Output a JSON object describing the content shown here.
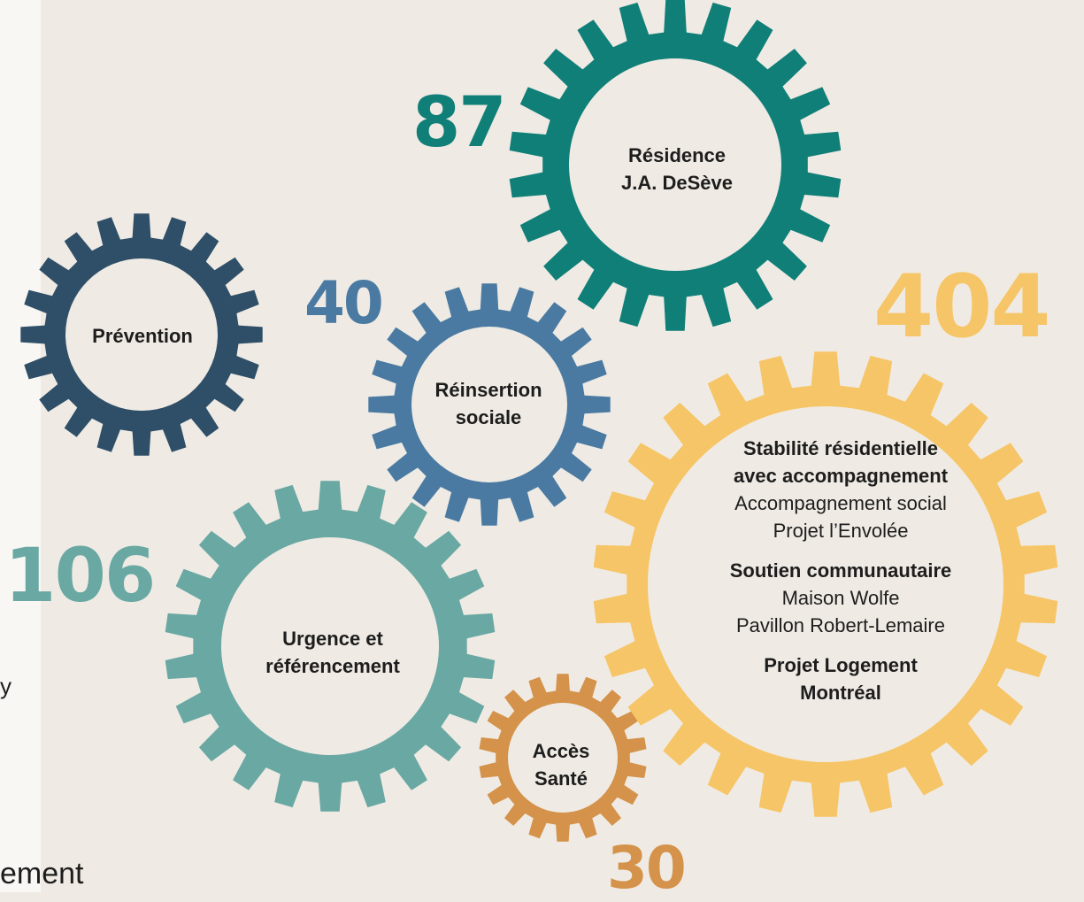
{
  "colors": {
    "background": "#efebe4",
    "navy": "#2f4e67",
    "steel_blue": "#4a7aa2",
    "teal": "#0f7f78",
    "sage_teal": "#6aa8a3",
    "orange": "#d4924a",
    "yellow": "#f6c567",
    "text": "#1d1d1d",
    "gear_center": "#efebe4"
  },
  "gears": [
    {
      "id": "prevention",
      "color_key": "navy",
      "number": "",
      "label_lines": [
        "Prévention"
      ]
    },
    {
      "id": "reinsertion",
      "color_key": "steel_blue",
      "number": "40",
      "label_lines": [
        "Réinsertion",
        "sociale"
      ]
    },
    {
      "id": "residence",
      "color_key": "teal",
      "number": "87",
      "label_lines": [
        "Résidence",
        "J.A. DeSève"
      ]
    },
    {
      "id": "urgence",
      "color_key": "sage_teal",
      "number": "106",
      "label_lines": [
        "Urgence et",
        "référencement"
      ]
    },
    {
      "id": "acces-sante",
      "color_key": "orange",
      "number": "30",
      "label_lines": [
        "Accès",
        "Santé"
      ]
    },
    {
      "id": "stabilite",
      "color_key": "yellow",
      "number": "404",
      "sections": [
        {
          "title": "Stabilité résidentielle avec accompagnement",
          "title_lines": [
            "Stabilité résidentielle",
            "avec accompagnement"
          ],
          "items": [
            "Accompagnement social",
            "Projet l’Envolée"
          ]
        },
        {
          "title": "Soutien communautaire",
          "title_lines": [
            "Soutien communautaire"
          ],
          "items": [
            "Maison Wolfe",
            "Pavillon Robert-Lemaire"
          ]
        },
        {
          "title": "Projet Logement Montréal",
          "title_lines": [
            "Projet Logement",
            "Montréal"
          ],
          "items": []
        }
      ]
    }
  ],
  "edge_text": "ement",
  "edge_mark": "y"
}
